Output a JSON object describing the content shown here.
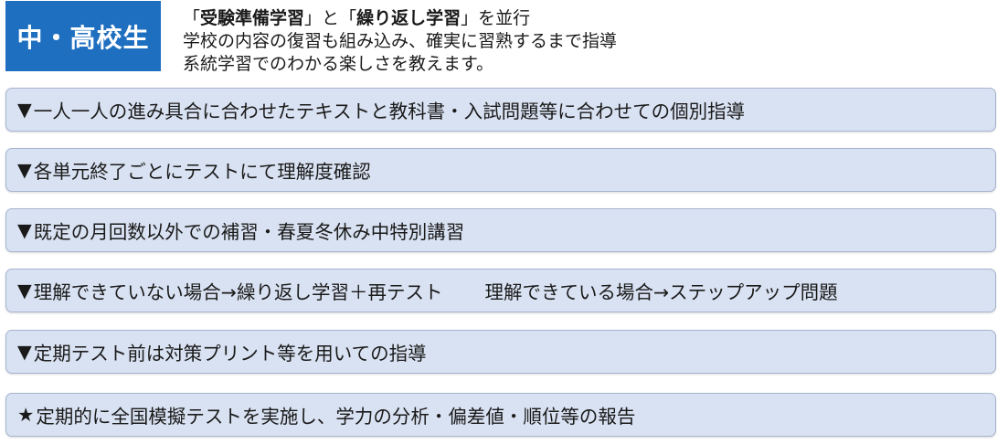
{
  "badge": {
    "label": "中・高校生"
  },
  "intro": {
    "line1": {
      "q1_open": "「",
      "q1_bold": "受験準備学習",
      "q1_close": "」",
      "conj": "と",
      "q2_open": "「",
      "q2_bold": "繰り返し学習",
      "q2_close": "」",
      "tail": "を並行"
    },
    "line2": "学校の内容の復習も組み込み、確実に習熟するまで指導",
    "line3": "系統学習でのわかる楽しさを教えます。"
  },
  "items": [
    {
      "marker": "▼",
      "text": "一人一人の進み具合に合わせたテキストと教科書・入試問題等に合わせての個別指導"
    },
    {
      "marker": "▼",
      "text": "各単元終了ごとにテストにて理解度確認"
    },
    {
      "marker": "▼",
      "text": "既定の月回数以外での補習・春夏冬休み中特別講習"
    },
    {
      "marker": "▼",
      "text": "理解できていない場合→繰り返し学習＋再テスト",
      "extra": "理解できている場合→ステップアップ問題"
    },
    {
      "marker": "▼",
      "text": "定期テスト前は対策プリント等を用いての指導"
    },
    {
      "marker": "★",
      "text": "定期的に全国模擬テストを実施し、学力の分析・偏差値・順位等の報告"
    }
  ]
}
